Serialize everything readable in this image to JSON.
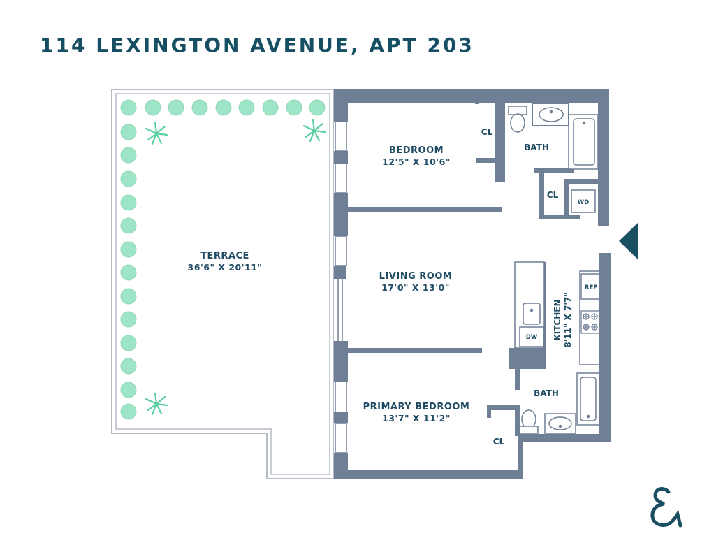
{
  "title": "114 LEXINGTON AVENUE, APT 203",
  "rooms": {
    "terrace": {
      "name": "TERRACE",
      "dims": "36'6\" X 20'11\""
    },
    "bedroom": {
      "name": "BEDROOM",
      "dims": "12'5\" X 10'6\""
    },
    "living_room": {
      "name": "LIVING ROOM",
      "dims": "17'0\" X 13'0\""
    },
    "primary_bedroom": {
      "name": "PRIMARY BEDROOM",
      "dims": "13'7\" X 11'2\""
    },
    "kitchen": {
      "name": "KITCHEN",
      "dims": "8'11\" X 7'7\""
    },
    "bath_top": {
      "name": "BATH"
    },
    "bath_bottom": {
      "name": "BATH"
    },
    "closet_bedroom": {
      "name": "CL"
    },
    "closet_hall": {
      "name": "CL"
    },
    "closet_primary": {
      "name": "CL"
    }
  },
  "fixtures": {
    "washer_dryer": "WD",
    "refrigerator": "REF",
    "dishwasher": "DW"
  },
  "colors": {
    "title": "#164e63",
    "walls": "#6f7f95",
    "plants": "#9ee4c6",
    "entry_arrow": "#1a4f62"
  },
  "icons": {
    "entry": "entry-arrow-icon",
    "logo": "ampersand-logo-icon"
  }
}
